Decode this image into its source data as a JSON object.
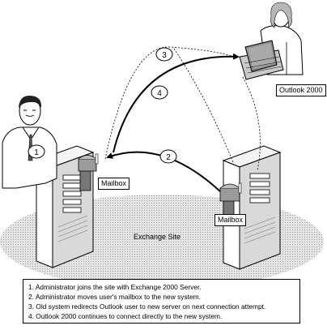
{
  "labels": {
    "mailbox_left": "Mailbox",
    "mailbox_right": "Mailbox",
    "site": "Exchange Site",
    "client": "Outlook 2000"
  },
  "steps": [
    {
      "num": "1",
      "text": "1. Administrator joins the site with Exchange 2000 Server."
    },
    {
      "num": "2",
      "text": "2. Administrator moves user's mailbox to the new system."
    },
    {
      "num": "3",
      "text": "3. Old system redirects Outlook user to new server on next connection attempt."
    },
    {
      "num": "4",
      "text": "4. Outlook 2000 continues to connect directly to the new system."
    }
  ]
}
